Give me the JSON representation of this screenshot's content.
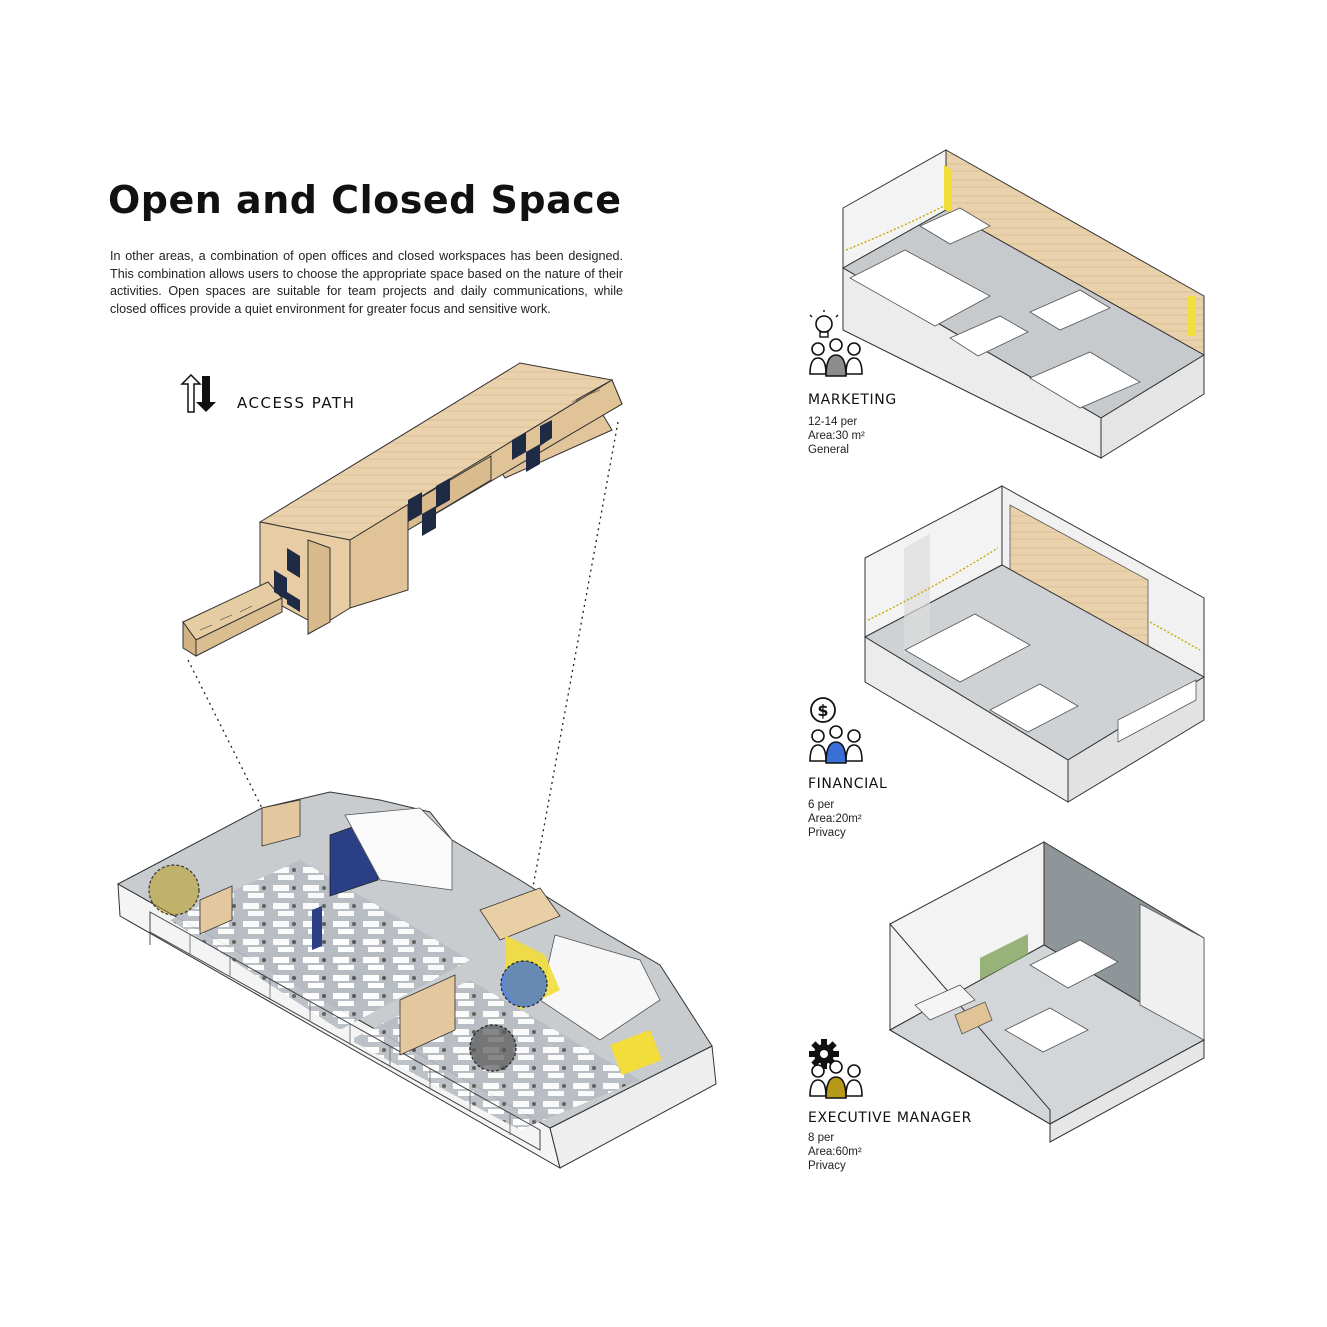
{
  "title": "Open and Closed Space",
  "description": "In other areas, a combination of open offices and closed workspaces has been designed. This combination allows users to choose the appropriate space based on the nature of their activities. Open spaces are suitable for team projects and daily communications, while closed offices provide a quiet environment for greater focus and sensitive work.",
  "legend": {
    "label": "ACCESS PATH",
    "icon": "up-down-arrows-icon"
  },
  "rooms": [
    {
      "name": "MARKETING",
      "capacity": "12-14  per",
      "area": "Area:30 m²",
      "type": "General",
      "icon": "lightbulb-icon",
      "accent": "#8c8c8c"
    },
    {
      "name": "FINANCIAL",
      "capacity": "6  per",
      "area": "Area:20m²",
      "type": "Privacy",
      "icon": "dollar-icon",
      "accent": "#3a6fd8"
    },
    {
      "name": "EXECUTIVE  MANAGER",
      "capacity": "8 per",
      "area": "Area:60m²",
      "type": "Privacy",
      "icon": "gear-icon",
      "accent": "#b89a1a"
    }
  ],
  "colors": {
    "wood": "#e8cfa8",
    "navy": "#1f2a44",
    "floor": "#c9cccf",
    "yellow": "#f2dd3a",
    "blue": "#3a6fd8"
  }
}
